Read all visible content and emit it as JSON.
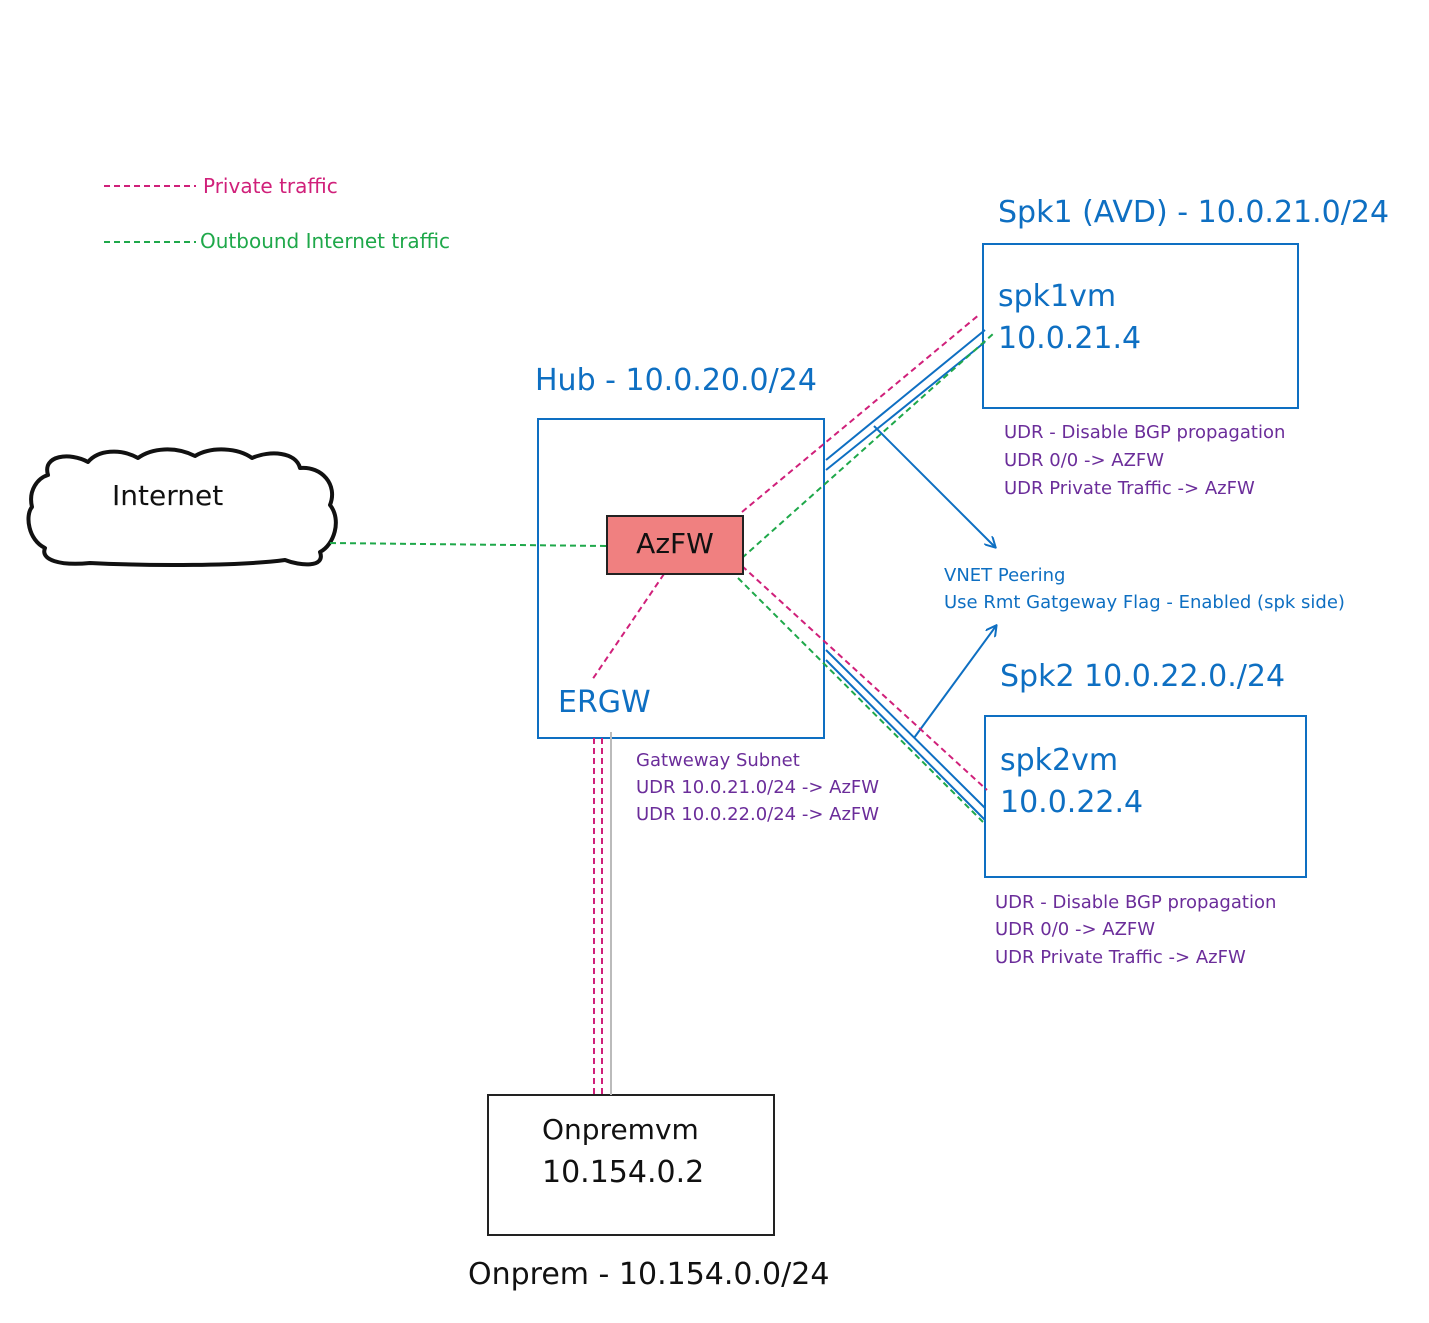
{
  "legend": {
    "private": {
      "label": "Private traffic",
      "color": "#d0207a"
    },
    "internet": {
      "label": "Outbound Internet traffic",
      "color": "#1fa84a"
    }
  },
  "internet": {
    "label": "Internet"
  },
  "hub": {
    "title": "Hub - 10.0.20.0/24",
    "firewall": "AzFW",
    "gateway": "ERGW",
    "notes": [
      "Gatweway Subnet",
      "UDR 10.0.21.0/24 -> AzFW",
      "UDR 10.0.22.0/24 -> AzFW"
    ]
  },
  "spk1": {
    "title": "Spk1 (AVD) - 10.0.21.0/24",
    "vm_name": "spk1vm",
    "vm_ip": "10.0.21.4",
    "notes": [
      "UDR - Disable BGP propagation",
      "UDR 0/0 -> AZFW",
      "UDR Private Traffic -> AzFW"
    ]
  },
  "spk2": {
    "title": "Spk2  10.0.22.0./24",
    "vm_name": "spk2vm",
    "vm_ip": "10.0.22.4",
    "notes": [
      "UDR - Disable BGP propagation",
      "UDR 0/0 -> AZFW",
      "UDR Private Traffic -> AzFW"
    ]
  },
  "peering": {
    "line1": "VNET Peering",
    "line2": "Use Rmt Gatgeway Flag - Enabled (spk side)"
  },
  "onprem": {
    "vm_name": "Onpremvm",
    "vm_ip": "10.154.0.2",
    "title": "Onprem - 10.154.0.0/24"
  },
  "colors": {
    "blue": "#0e6fc2",
    "purple": "#6b2d9a",
    "pink": "#d0207a",
    "green": "#1fa84a",
    "firewall_fill": "#f08080",
    "gray_link": "#bbbbbb"
  }
}
